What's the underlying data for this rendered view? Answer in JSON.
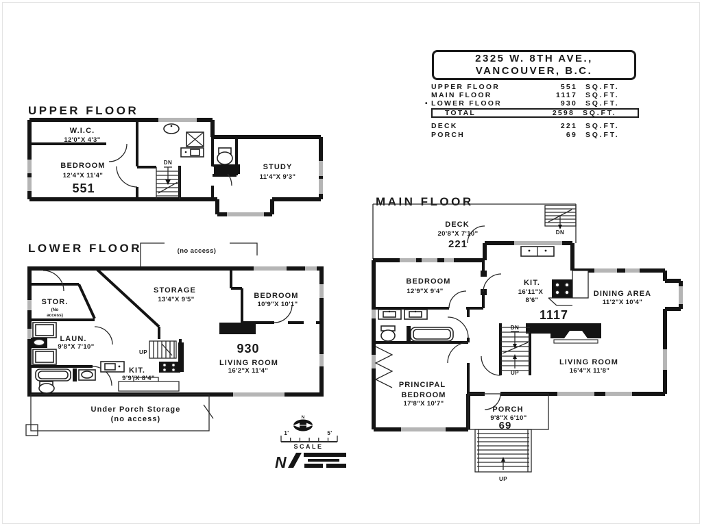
{
  "header": {
    "address1": "2325 W. 8TH AVE.,",
    "address2": "VANCOUVER, B.C.",
    "rows": [
      {
        "bullet": "",
        "label": "UPPER FLOOR",
        "value": "551",
        "unit": "SQ.FT."
      },
      {
        "bullet": "",
        "label": "MAIN FLOOR",
        "value": "1117",
        "unit": "SQ.FT."
      },
      {
        "bullet": "•",
        "label": "LOWER FLOOR",
        "value": "930",
        "unit": "SQ.FT."
      },
      {
        "bullet": "",
        "label": "TOTAL",
        "value": "2598",
        "unit": "SQ.FT."
      }
    ],
    "extras": [
      {
        "label": "DECK",
        "value": "221",
        "unit": "SQ.FT."
      },
      {
        "label": "PORCH",
        "value": "69",
        "unit": "SQ.FT."
      }
    ]
  },
  "upper": {
    "title": "UPPER FLOOR",
    "wic_name": "W.I.C.",
    "wic_dims": "12'0\"X 4'3\"",
    "bedroom_name": "BEDROOM",
    "bedroom_dims": "12'4\"X 11'4\"",
    "area": "551",
    "study_name": "STUDY",
    "study_dims": "11'4\"X 9'3\"",
    "dn": "DN"
  },
  "lower": {
    "title": "LOWER FLOOR",
    "no_access": "(no access)",
    "stor_name": "STOR.",
    "stor_sub1": "(No",
    "stor_sub2": "access)",
    "storage_name": "STORAGE",
    "storage_dims": "13'4\"X 9'5\"",
    "bedroom_name": "BEDROOM",
    "bedroom_dims": "10'9\"X 10'1\"",
    "laun_name": "LAUN.",
    "laun_dims": "9'8\"X 7'10\"",
    "kit_name": "KIT.",
    "kit_dims": "9'9\"X 8'4\"",
    "area": "930",
    "living_name": "LIVING ROOM",
    "living_dims": "16'2\"X 11'4\"",
    "under_porch1": "Under Porch Storage",
    "under_porch2": "(no access)",
    "up": "UP"
  },
  "main": {
    "title": "MAIN FLOOR",
    "deck_name": "DECK",
    "deck_dims": "20'8\"X 7'10\"",
    "deck_area": "221",
    "deck_stairs_dn": "DN",
    "bedroom_name": "BEDROOM",
    "bedroom_dims": "12'9\"X 9'4\"",
    "kit_name": "KIT.",
    "kit_dims1": "16'11\"X",
    "kit_dims2": "8'6\"",
    "dining_name": "DINING AREA",
    "dining_dims": "11'2\"X 10'4\"",
    "area": "1117",
    "living_name": "LIVING ROOM",
    "living_dims": "16'4\"X 11'8\"",
    "principal_name1": "PRINCIPAL",
    "principal_name2": "BEDROOM",
    "principal_dims": "17'8\"X 10'7\"",
    "porch_name": "PORCH",
    "porch_dims": "9'8\"X 6'10\"",
    "porch_area": "69",
    "stairs_dn": "DN",
    "stairs_up": "UP",
    "porch_stairs_up": "UP"
  },
  "footer": {
    "compass_n": "N",
    "scale_min": "1'",
    "scale_max": "5'",
    "scale_label": "SCALE",
    "logo_mark": "N"
  }
}
